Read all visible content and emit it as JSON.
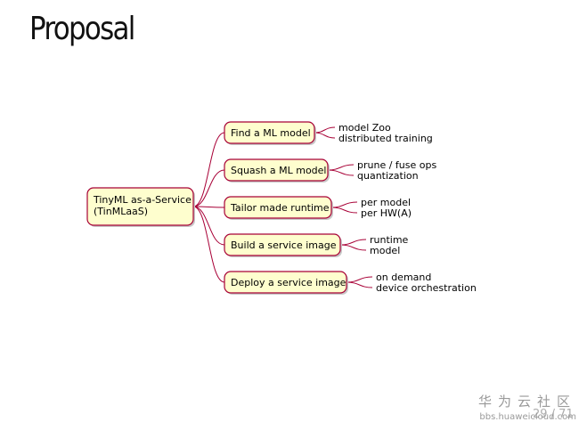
{
  "slide": {
    "title": "Proposal",
    "page_number": "29 / 71"
  },
  "watermark": {
    "brand": "华为云社区",
    "url": "bbs.huaweicloud.com"
  },
  "mindmap": {
    "root": {
      "lines": [
        "TinyML as-a-Service",
        "(TinMLaaS)"
      ]
    },
    "branches": [
      {
        "label": "Find a ML model",
        "leaves": [
          "model Zoo",
          "distributed training"
        ]
      },
      {
        "label": "Squash a ML model",
        "leaves": [
          "prune / fuse ops",
          "quantization"
        ]
      },
      {
        "label": "Tailor made runtime",
        "leaves": [
          "per model",
          "per HW(A)"
        ]
      },
      {
        "label": "Build a service image",
        "leaves": [
          "runtime",
          "model"
        ]
      },
      {
        "label": "Deploy a service image",
        "leaves": [
          "on demand",
          "device orchestration"
        ]
      }
    ],
    "colors": {
      "node_fill": "#fefece",
      "node_border": "#a80036",
      "edge": "#a80036"
    }
  }
}
